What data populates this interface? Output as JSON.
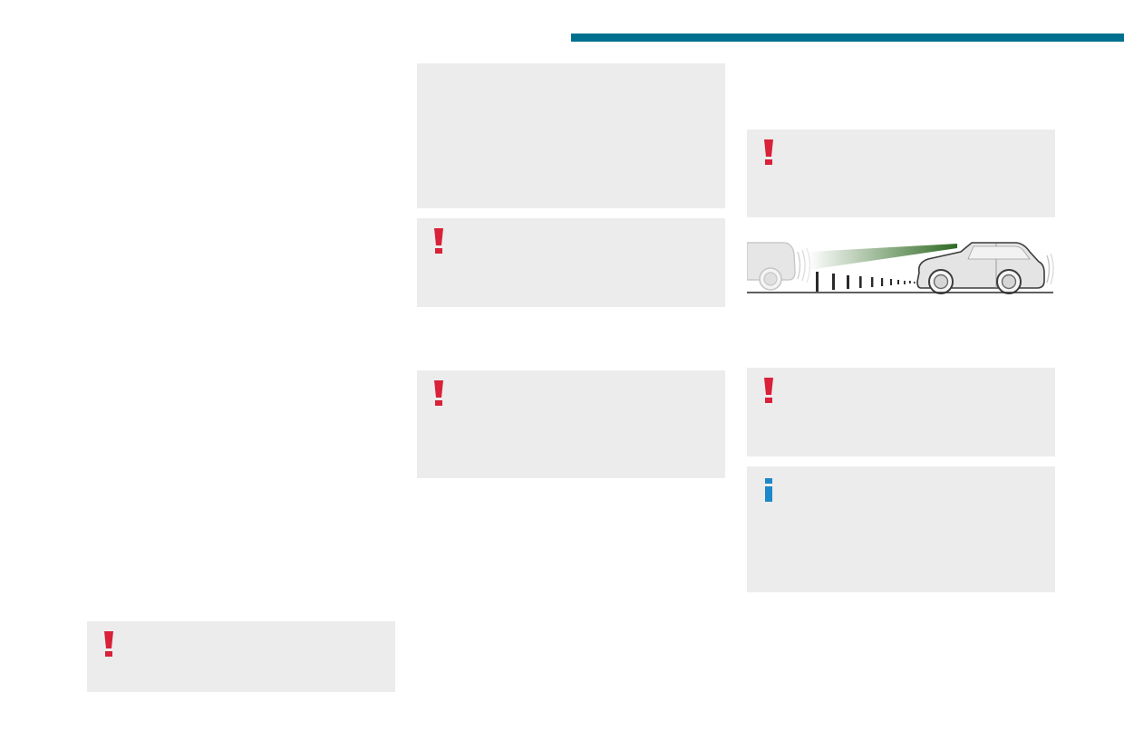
{
  "colors": {
    "header_bar": "#00708f",
    "note_background": "#ececec",
    "warning_icon": "#d9213a",
    "info_icon": "#1c88c9",
    "sensor_beam": "#2f6a23",
    "vehicle_outline": "#3c3c3c",
    "ground_line": "#2a2a2a"
  },
  "page": {
    "notes": [
      {
        "kind": "warning",
        "icon": "warning-icon"
      },
      {
        "kind": "warning",
        "icon": "warning-icon"
      },
      {
        "kind": "warning",
        "icon": "warning-icon"
      },
      {
        "kind": "warning",
        "icon": "warning-icon"
      },
      {
        "kind": "warning",
        "icon": "warning-icon"
      },
      {
        "kind": "info",
        "icon": "info-icon"
      }
    ]
  },
  "illustration": {
    "subject": "front-distance-sensor-diagram",
    "icons": [
      "leading-vehicle-icon",
      "sensor-beam-icon",
      "distance-markers-icon",
      "following-vehicle-icon"
    ]
  }
}
